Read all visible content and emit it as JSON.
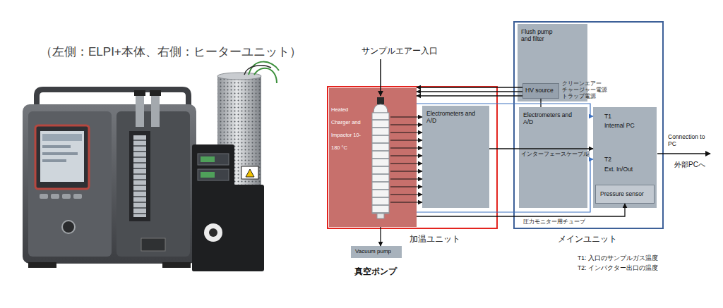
{
  "diagram": {
    "nodes": [
      {
        "text": [
          "加温ユニット"
        ]
      },
      {
        "text": [
          "Heated Charger and Impactor 10-180 °C"
        ],
        "in": 0
      },
      {
        "text": [
          "Electrometers and A/D"
        ],
        "in": 0
      },
      {
        "text": [
          "メインユニット"
        ]
      },
      {
        "text": [
          "Flush pump and filter"
        ],
        "in": 3
      },
      {
        "text": [
          "HV source"
        ],
        "in": 4
      },
      {
        "text": [
          "Electrometers and A/D"
        ],
        "in": 3
      },
      {
        "text": [
          "T1",
          "Internal PC",
          "T2",
          "Ext. In/Out"
        ],
        "in": 3
      },
      {
        "text": [
          "Pressure sensor"
        ],
        "in": 7
      },
      {
        "text": [
          "Vacuum pump",
          "真空ポンプ"
        ]
      }
    ],
    "edges": [
      {
        "from": 5,
        "to": 1,
        "arrow": "to"
      },
      {
        "from": 5,
        "to": 1,
        "arrow": "to"
      },
      {
        "from": 5,
        "to": 1,
        "arrow": "to"
      },
      {
        "from": 1,
        "to": 2,
        "arrow": "to"
      },
      {
        "from": 1,
        "to": 2,
        "arrow": "to"
      },
      {
        "from": 1,
        "to": 2,
        "arrow": "to"
      },
      {
        "from": 1,
        "to": 2,
        "arrow": "to"
      },
      {
        "from": 1,
        "to": 2,
        "arrow": "to"
      },
      {
        "from": 1,
        "to": 2,
        "arrow": "to"
      },
      {
        "from": 1,
        "to": 2,
        "arrow": "to"
      },
      {
        "from": 1,
        "to": 2,
        "arrow": "to"
      },
      {
        "from": 1,
        "to": 2,
        "arrow": "to"
      },
      {
        "from": 1,
        "to": 2,
        "arrow": "to"
      },
      {
        "from": 1,
        "to": 2,
        "arrow": "to"
      },
      {
        "from": 1,
        "to": 2,
        "arrow": "to"
      },
      {
        "from": 2,
        "to": 7,
        "label": "インターフェースケーブル",
        "arrow": "to"
      },
      {
        "from": 5,
        "to": 6,
        "arrow": "none"
      },
      {
        "from": 1,
        "to": 7,
        "arrow": "to"
      },
      {
        "from": 1,
        "to": 7,
        "arrow": "to"
      },
      {
        "from": 1,
        "to": 8,
        "label": "圧力モニター用チューブ",
        "arrow": "to"
      },
      {
        "from": 1,
        "to": 9,
        "arrow": "to"
      }
    ],
    "labels": [
      "（左側：ELPI+本体、右側：ヒーターユニット）",
      "サンプルエアー入口",
      "クリーンエアー",
      "チャージャー電源",
      "トラップ電源",
      "Connection to PC",
      "外部PCへ",
      "T1: 入口のサンプルガス温度",
      "T2: インパクター出口の温度"
    ]
  }
}
